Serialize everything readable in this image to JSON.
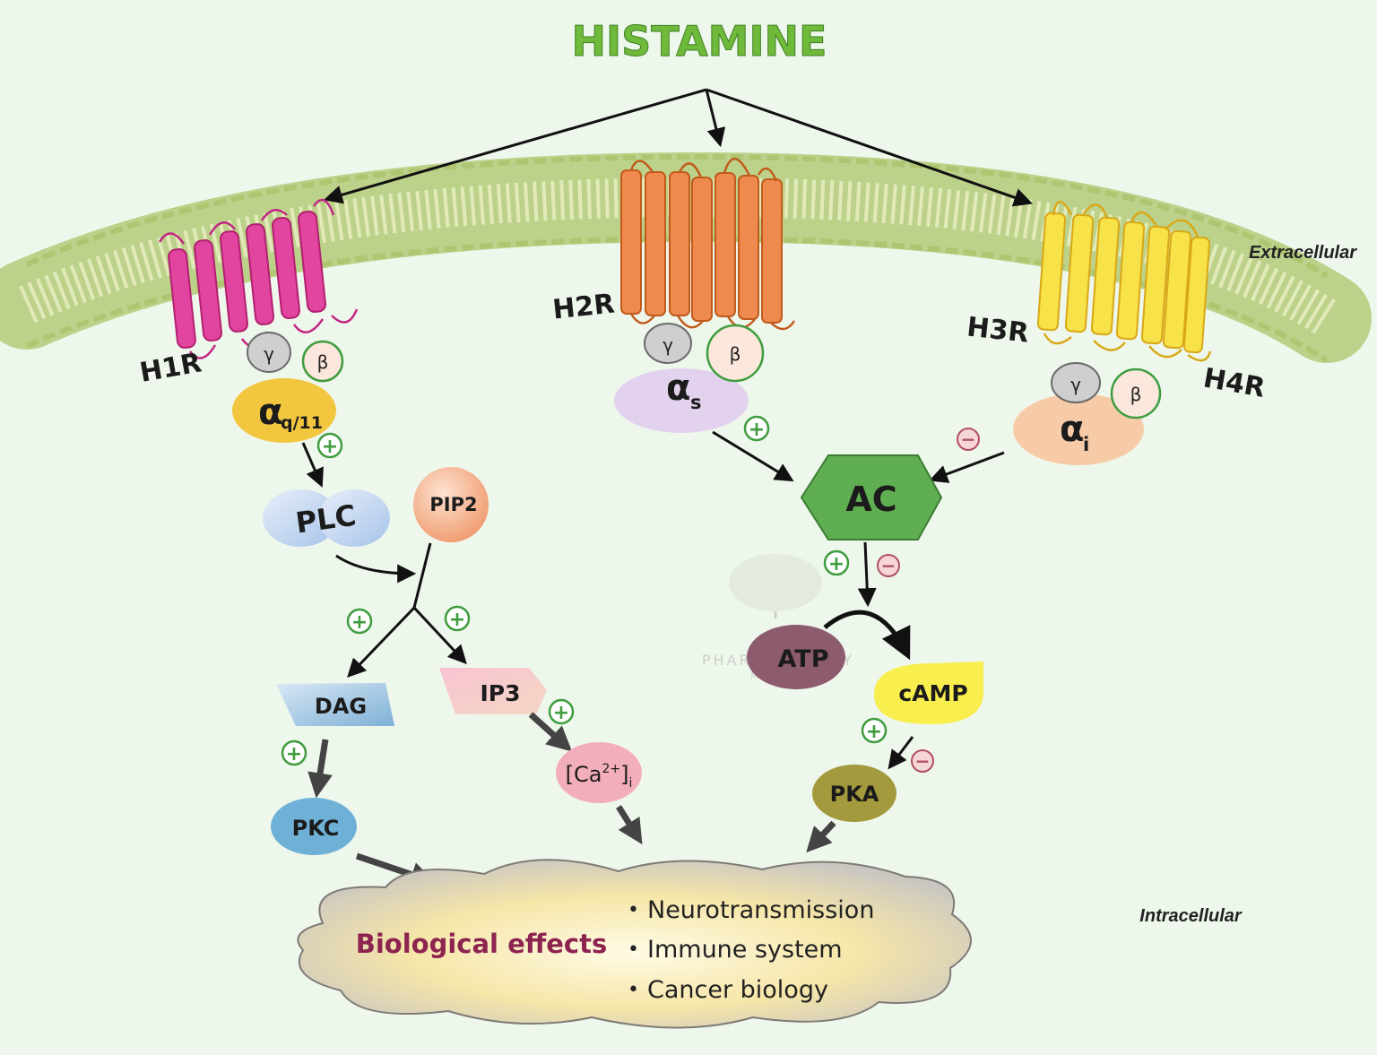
{
  "title": "HISTAMINE",
  "regions": {
    "extracellular": "Extracellular",
    "intracellular": "Intracellular"
  },
  "receptors": {
    "h1": "H1R",
    "h2": "H2R",
    "h3": "H3R",
    "h4": "H4R"
  },
  "g_proteins": {
    "gamma": "γ",
    "beta": "β",
    "alpha": "α",
    "alpha_q11_sub": "q/11",
    "alpha_s_sub": "s",
    "alpha_i_sub": "i"
  },
  "nodes": {
    "plc": "PLC",
    "pip2": "PIP2",
    "dag": "DAG",
    "ip3": "IP3",
    "ca_open": "[Ca",
    "ca_sup": "2+",
    "ca_close": "]",
    "ca_sub": "i",
    "pkc": "PKC",
    "ac": "AC",
    "atp": "ATP",
    "camp": "cAMP",
    "pka": "PKA"
  },
  "signs": {
    "plus": "+",
    "minus": "−"
  },
  "effects": {
    "heading": "Biological effects",
    "bullet": "•",
    "items": [
      "Neurotransmission",
      "Immune system",
      "Cancer biology"
    ]
  },
  "watermark": {
    "line1": "PHARMACOLOGY",
    "line2": "MENTOR"
  },
  "colors": {
    "h1": "#e2459f",
    "h2": "#ee8a4e",
    "h34": "#f7e24a",
    "title": "#6fba3a",
    "ac": "#5fae52",
    "effects_heading": "#8d2450"
  }
}
